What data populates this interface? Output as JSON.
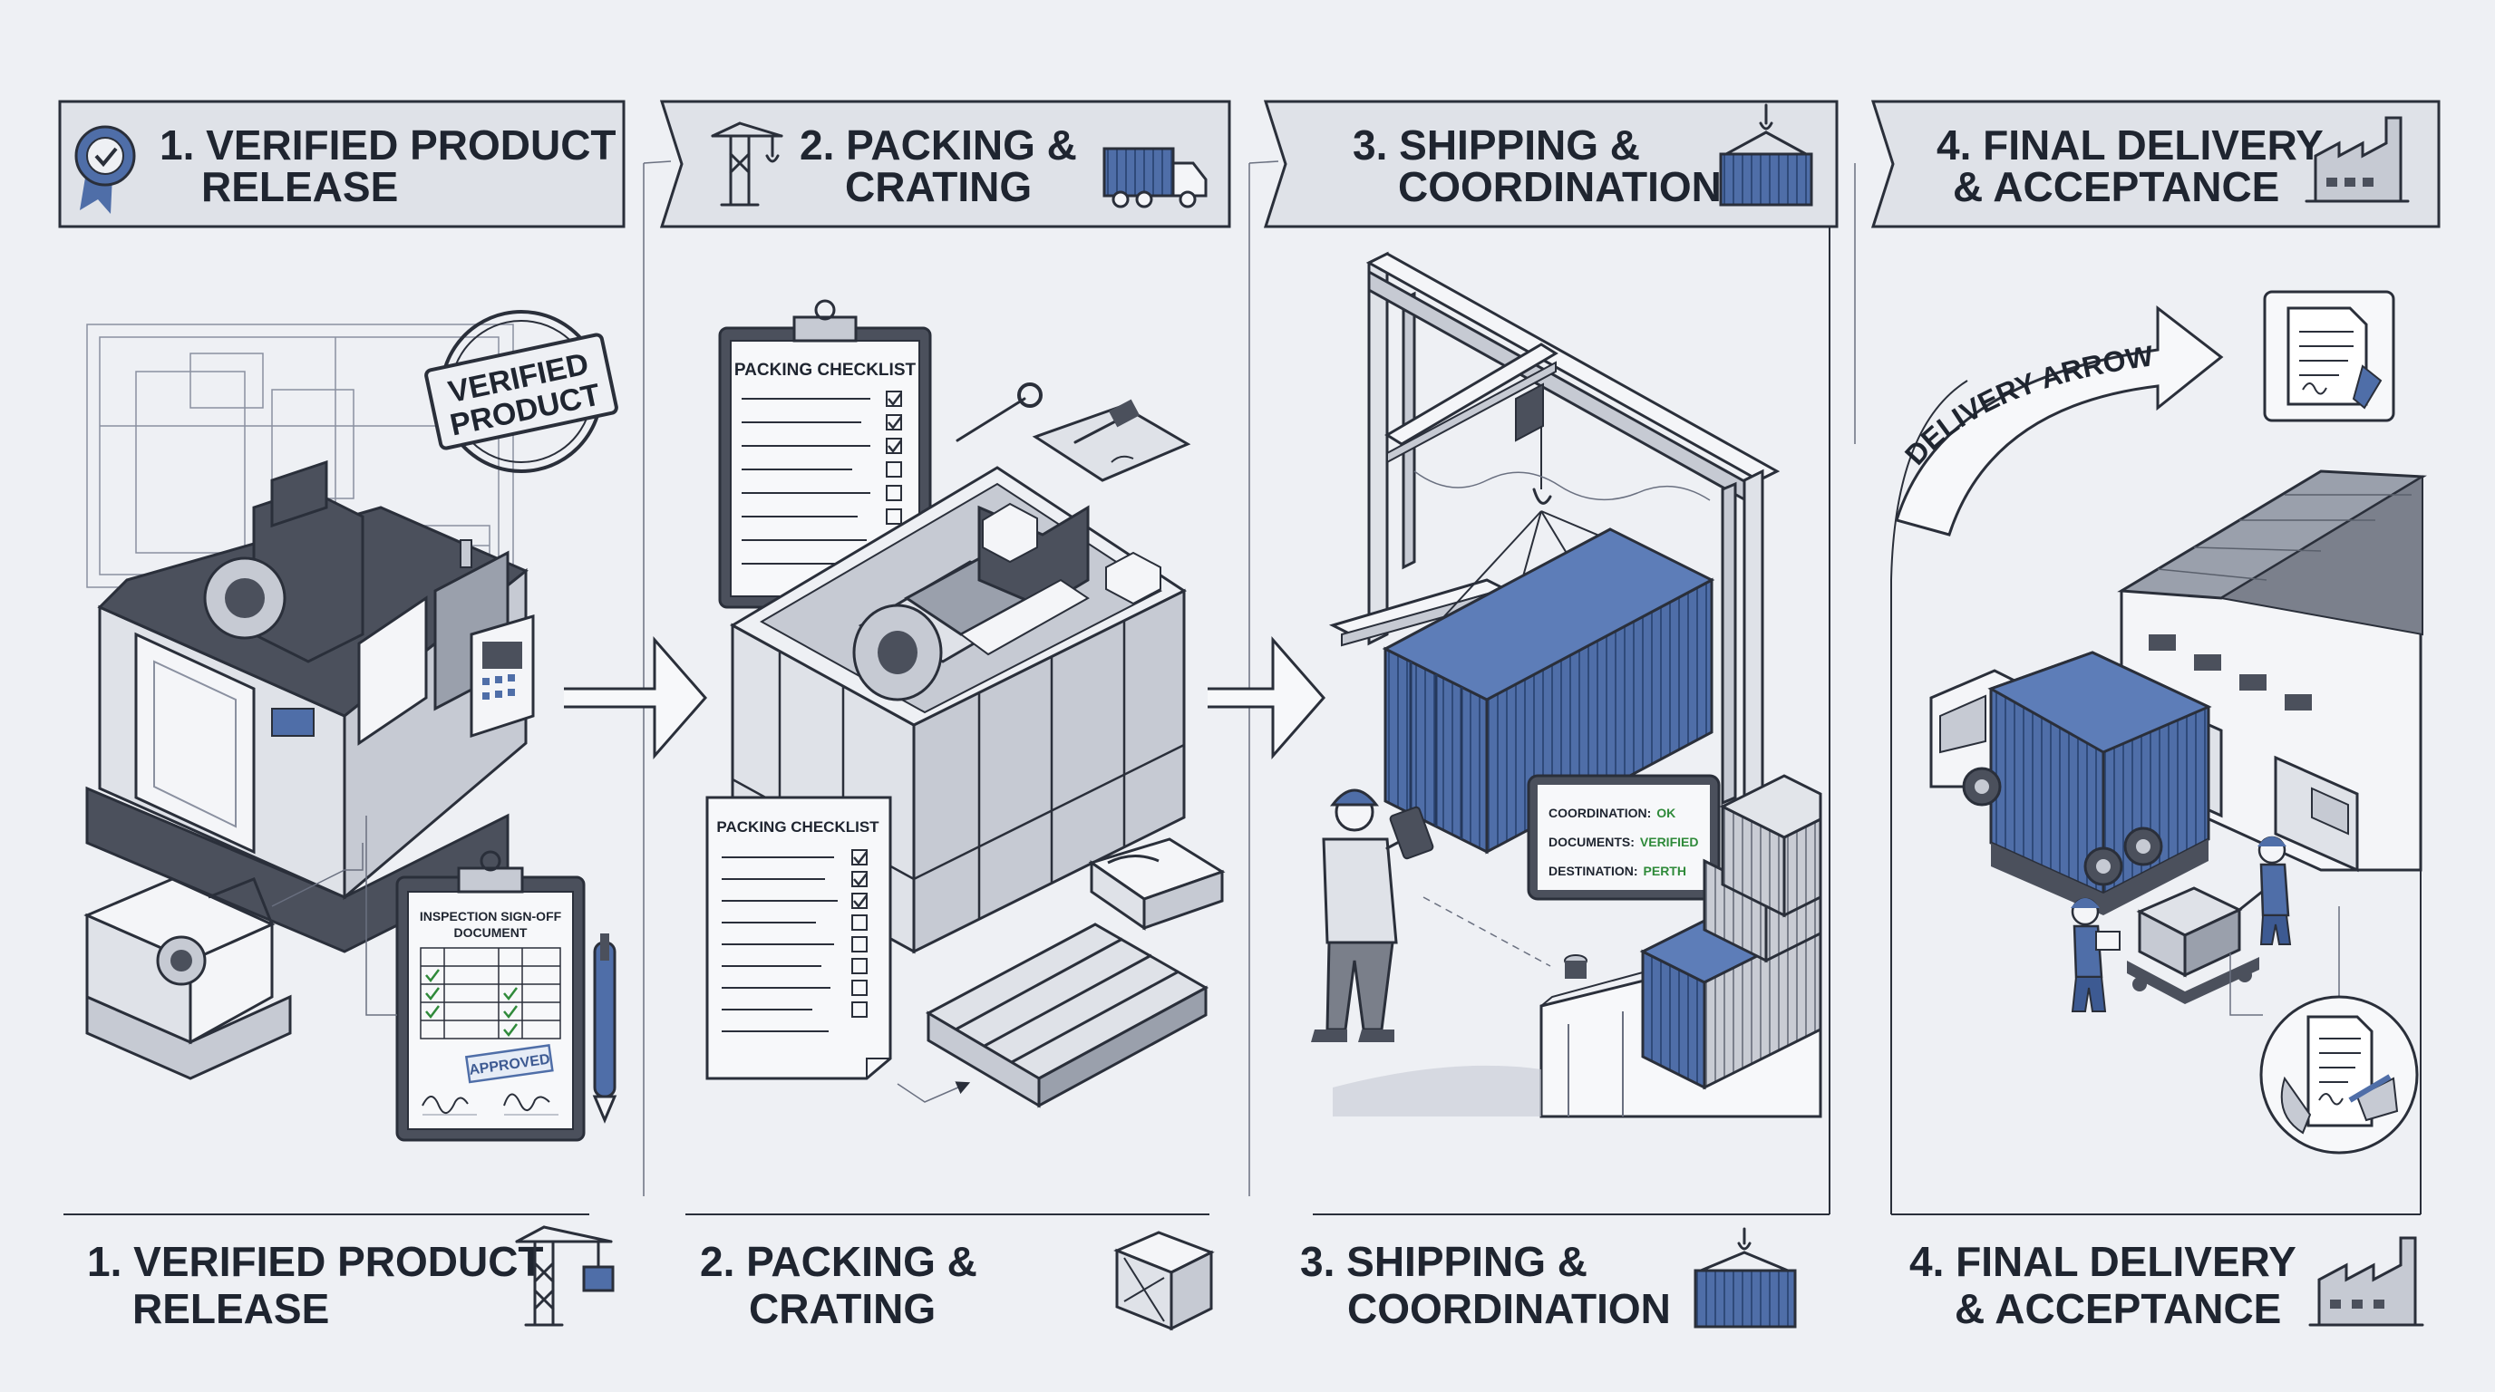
{
  "steps": [
    {
      "header_line1": "1. VERIFIED PRODUCT",
      "header_line2": "RELEASE",
      "footer_line1": "1. VERIFIED PRODUCT",
      "footer_line2": "RELEASE"
    },
    {
      "header_line1": "2. PACKING &",
      "header_line2": "CRATING",
      "footer_line1": "2. PACKING &",
      "footer_line2": "CRATING"
    },
    {
      "header_line1": "3. SHIPPING &",
      "header_line2": "COORDINATION",
      "footer_line1": "3. SHIPPING &",
      "footer_line2": "COORDINATION"
    },
    {
      "header_line1": "4. FINAL DELIVERY",
      "header_line2": "& ACCEPTANCE",
      "footer_line1": "4. FINAL DELIVERY",
      "footer_line2": "& ACCEPTANCE"
    }
  ],
  "stamp": {
    "line1": "VERIFIED",
    "line2": "PRODUCT"
  },
  "inspection_doc": {
    "title_line1": "INSPECTION SIGN-OFF",
    "title_line2": "DOCUMENT",
    "approved": "APPROVED"
  },
  "packing_checklist_title": "PACKING CHECKLIST",
  "tablet": {
    "row1_label": "COORDINATION:",
    "row1_value": "OK",
    "row2_label": "DOCUMENTS:",
    "row2_value": "VERIFIED",
    "row3_label": "DESTINATION:",
    "row3_value": "PERTH"
  },
  "delivery_arrow_label": "DELIVERY ARROW",
  "colors": {
    "accent_blue": "#4f6ea8",
    "status_green": "#2f8a3a",
    "ink": "#2a2f3a",
    "background": "#eef0f4"
  }
}
